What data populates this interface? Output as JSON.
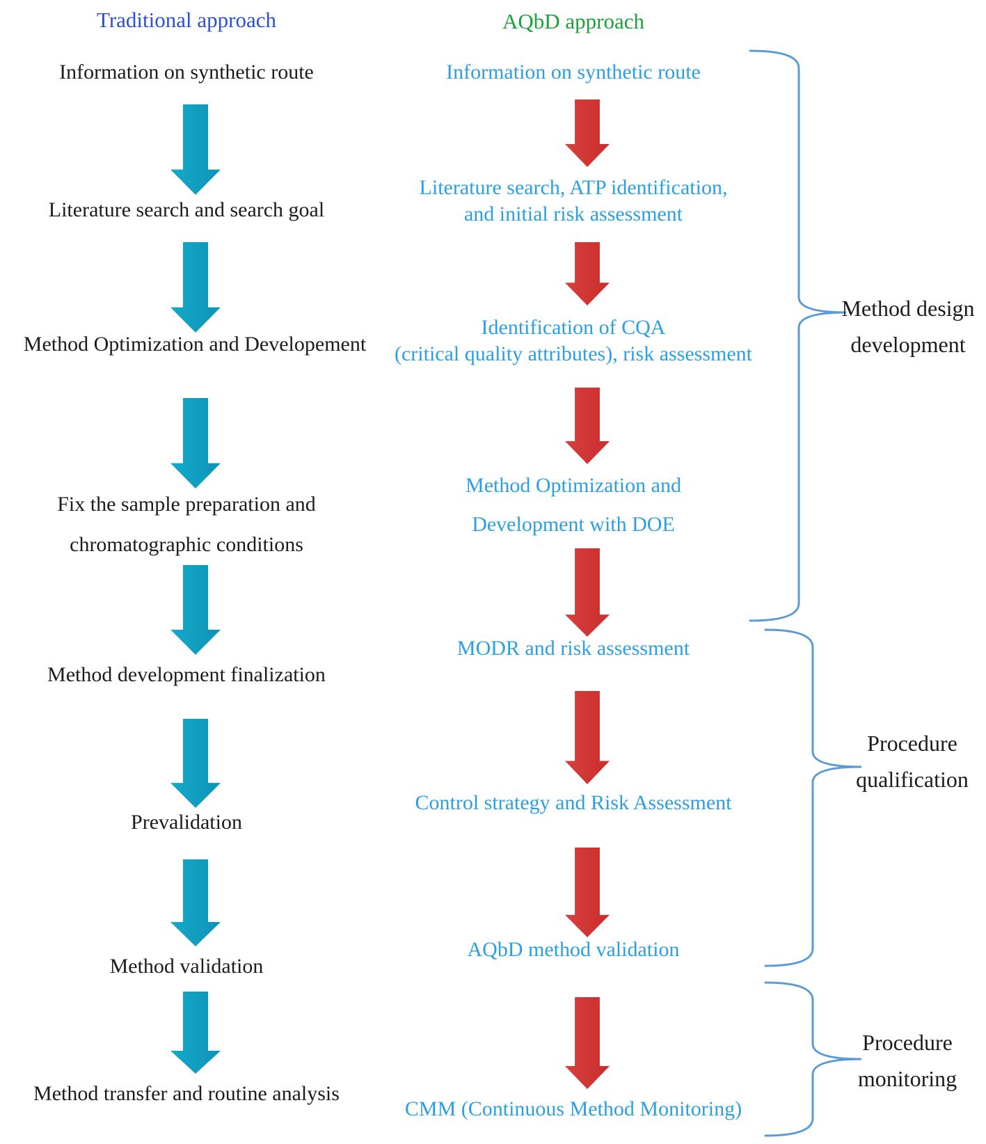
{
  "figure": {
    "columns": {
      "traditional": {
        "header": "Traditional approach",
        "steps": [
          "Information on synthetic route",
          "Literature search and search goal",
          "Method Optimization and Developement",
          "Fix the sample preparation and\nchromatographic conditions",
          "Method development finalization",
          "Prevalidation",
          "Method validation",
          "Method transfer and routine analysis"
        ]
      },
      "aqbd": {
        "header": "AQbD approach",
        "steps": [
          "Information on synthetic route",
          "Literature search, ATP identification,\nand initial risk assessment",
          "Identification of CQA\n(critical quality attributes), risk assessment",
          "Method Optimization and\nDevelopment with DOE",
          "MODR and risk assessment",
          "Control strategy and Risk Assessment",
          "AQbD method validation",
          "CMM (Continuous Method Monitoring)"
        ]
      }
    },
    "phases": [
      {
        "label": "Method design\ndevelopment"
      },
      {
        "label": "Procedure\nqualification"
      },
      {
        "label": "Procedure\nmonitoring"
      }
    ],
    "colors": {
      "traditional_header": "#2B4FD8",
      "aqbd_header": "#18A238",
      "traditional_text": "#1C1C1C",
      "aqbd_text": "#2B9FE4",
      "traditional_arrow": "#11A0C2",
      "aqbd_arrow": "#D03331",
      "bracket": "#5B9BD5",
      "phase_label_text": "#1C1C1C"
    }
  }
}
